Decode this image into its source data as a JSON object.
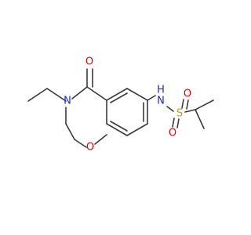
{
  "molecule": {
    "atoms": {
      "O_carbonyl": {
        "text": "O",
        "color": "#e8000b"
      },
      "N_ring": {
        "text": "N",
        "color": "#1f2bd0"
      },
      "O_ring": {
        "text": "O",
        "color": "#e8000b"
      },
      "NH": {
        "text": "H",
        "color": "#1f2bd0"
      },
      "N_amide": {
        "text": "N",
        "color": "#1f2bd0"
      },
      "S": {
        "text": "S",
        "color": "#b8a100"
      },
      "O_s1": {
        "text": "O",
        "color": "#e8000b"
      },
      "O_s2": {
        "text": "O",
        "color": "#e8000b"
      }
    },
    "bond_color": "#3a3a3a"
  }
}
